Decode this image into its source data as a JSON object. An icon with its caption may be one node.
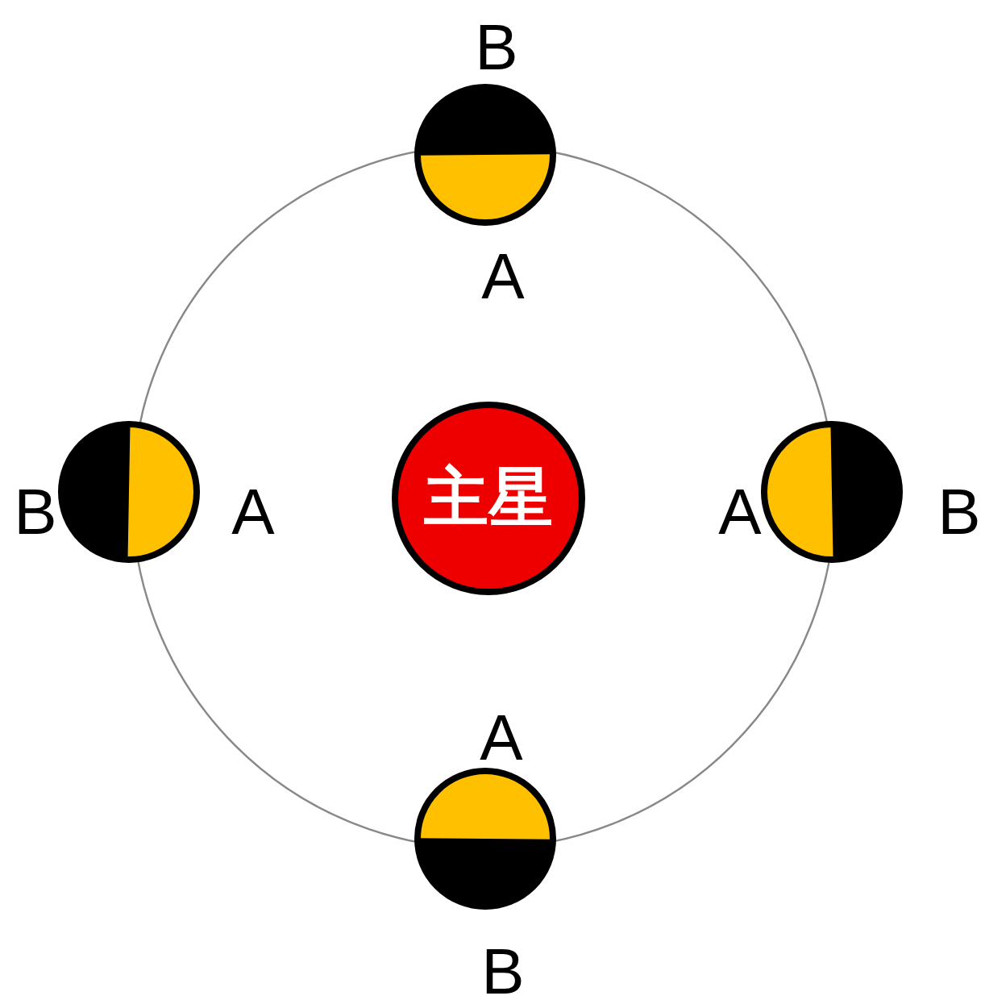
{
  "diagram": {
    "nodes": [
      {
        "text": [],
        "shape": "circle",
        "beside": [
          "B",
          "A"
        ]
      },
      {
        "text": [],
        "shape": "circle",
        "beside": [
          "B",
          "A"
        ]
      },
      {
        "text": [
          "主星"
        ]
      },
      {
        "text": [],
        "shape": "circle",
        "beside": [
          "A",
          "B"
        ]
      },
      {
        "text": [],
        "shape": "circle",
        "beside": [
          "A",
          "B"
        ]
      }
    ],
    "edges": []
  }
}
